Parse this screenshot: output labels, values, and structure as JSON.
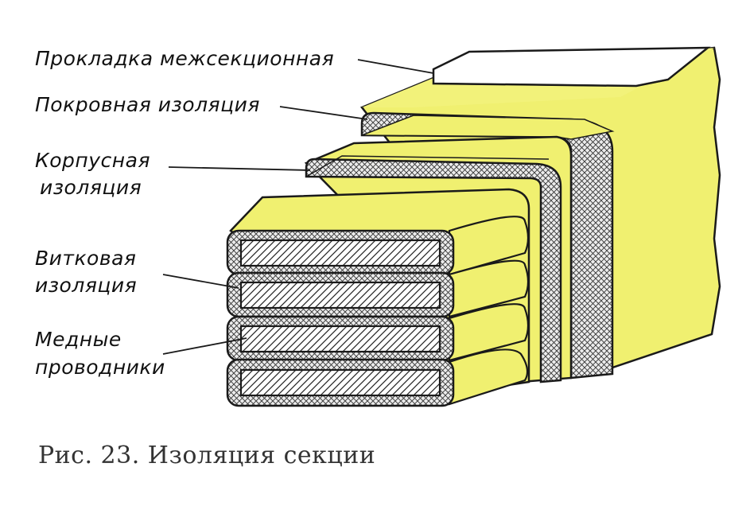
{
  "labels": {
    "spacer": "Прокладка межсекционная",
    "cover_insulation": "Покровная изоляция",
    "body_insulation_1": "Корпусная",
    "body_insulation_2": "изоляция",
    "turn_insulation_1": "Витковая",
    "turn_insulation_2": "изоляция",
    "conductors_1": "Медные",
    "conductors_2": "проводники"
  },
  "caption": "Рис. 23. Изоляция секции",
  "colors": {
    "fill_yellow": "#F0F070",
    "outline": "#1a1a1a",
    "spacer_fill": "#ffffff"
  }
}
